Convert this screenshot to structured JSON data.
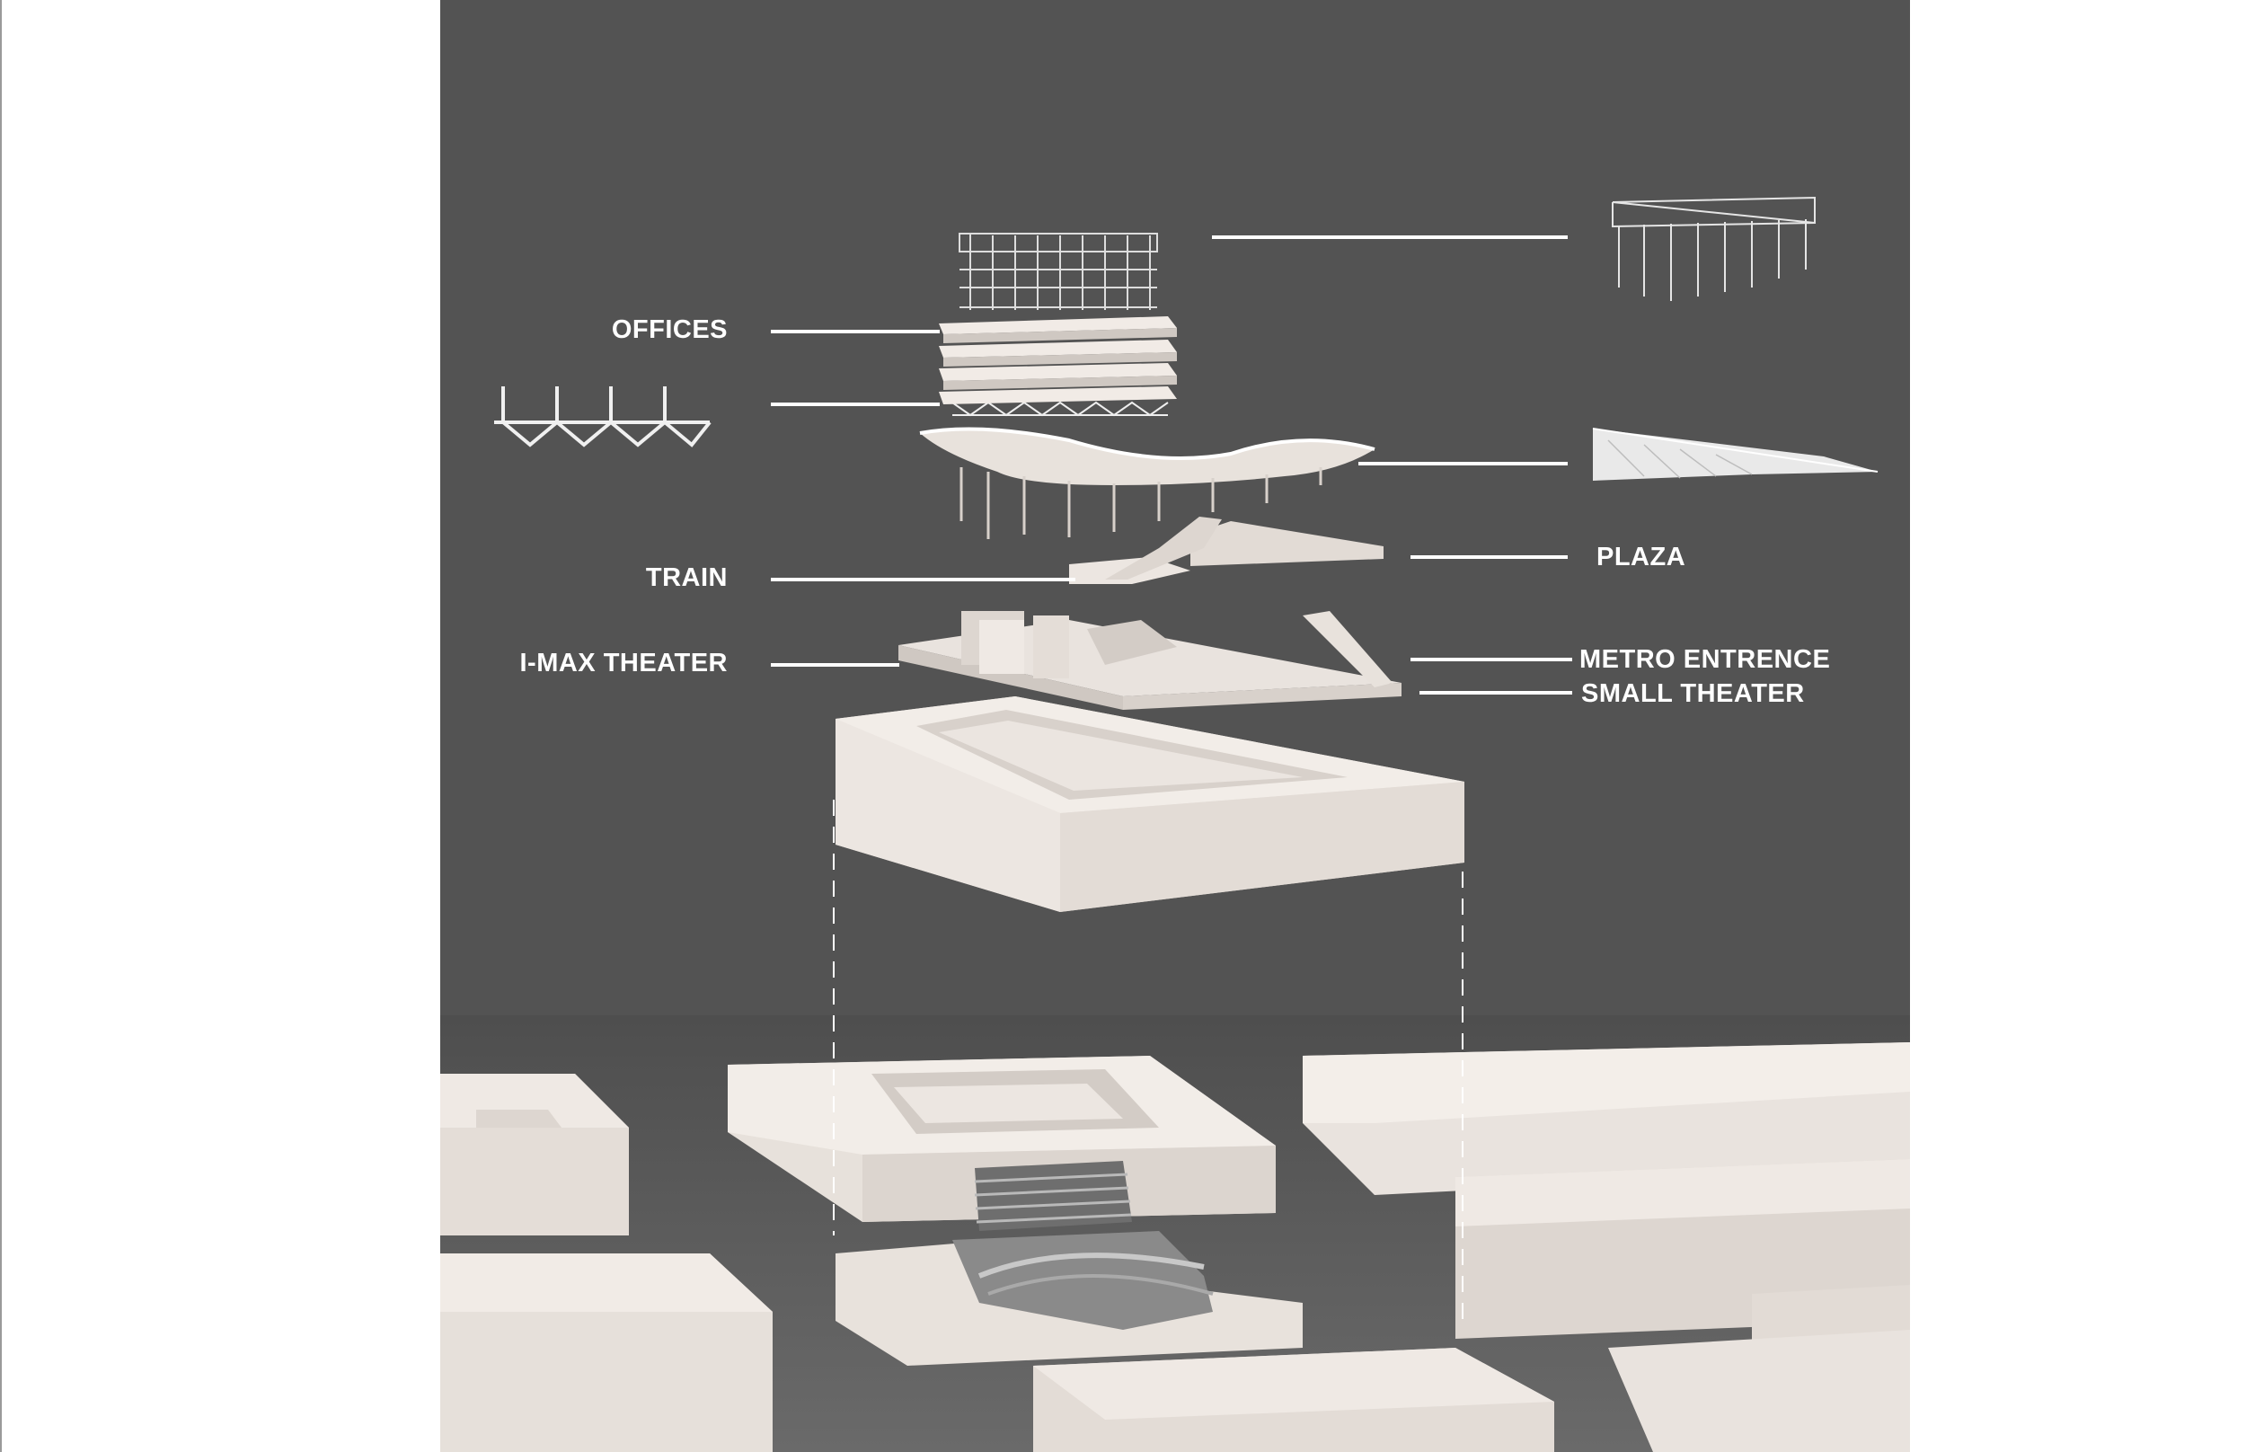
{
  "labels": {
    "offices": "OFFICES",
    "train": "TRAIN",
    "imax_theater": "I-MAX THEATER",
    "plaza": "PLAZA",
    "metro_entrence": "METRO ENTRENCE",
    "small_theater": "SMALL THEATER"
  },
  "colors": {
    "background": "#535353",
    "massing": "#e9e3de",
    "massing_shadow": "#cfc8c2",
    "street": "#5a5a5a",
    "leader_line": "#ffffff"
  },
  "icons": {
    "roof_frame": "roof-structure-icon",
    "truss": "truss-detail-icon",
    "canopy": "canopy-section-icon"
  }
}
